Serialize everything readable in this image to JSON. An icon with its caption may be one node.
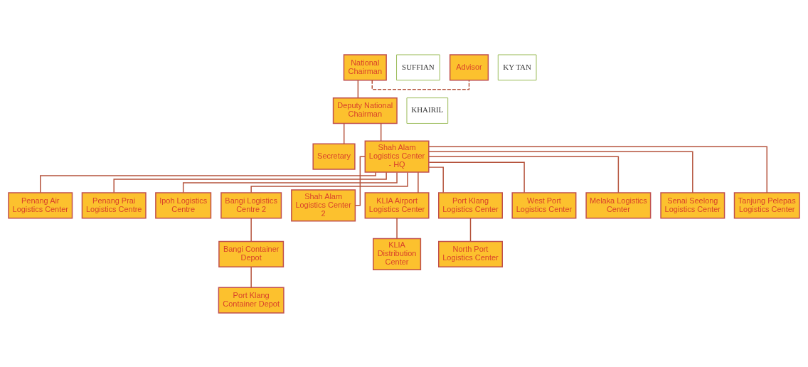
{
  "diagram": {
    "nodes": [
      {
        "text": [
          "National Chairman"
        ]
      },
      {
        "text": [
          "SUFFIAN"
        ]
      },
      {
        "text": [
          "Advisor"
        ]
      },
      {
        "text": [
          "KY TAN"
        ]
      },
      {
        "text": [
          "Deputy National Chairman"
        ]
      },
      {
        "text": [
          "KHAIRIL"
        ]
      },
      {
        "text": [
          "Secretary"
        ]
      },
      {
        "text": [
          "Shah Alam Logistics Center - HQ"
        ]
      },
      {
        "text": [
          "Penang Air Logistics Center"
        ]
      },
      {
        "text": [
          "Penang Prai Logistics Centre"
        ]
      },
      {
        "text": [
          "Ipoh Logistics Centre"
        ]
      },
      {
        "text": [
          "Bangi Logistics Centre 2"
        ]
      },
      {
        "text": [
          "Shah Alam Logistics Center 2"
        ]
      },
      {
        "text": [
          "KLIA Airport Logistics Center"
        ]
      },
      {
        "text": [
          "Port Klang Logistics Center"
        ]
      },
      {
        "text": [
          "West Port Logistics Center"
        ]
      },
      {
        "text": [
          "Melaka Logistics Center"
        ]
      },
      {
        "text": [
          "Senai Seelong Logistics Center"
        ]
      },
      {
        "text": [
          "Tanjung Pelepas Logistics Center"
        ]
      },
      {
        "text": [
          "Bangi Container Depot"
        ]
      },
      {
        "text": [
          "Port Klang Container Depot"
        ]
      },
      {
        "text": [
          "KLIA Distribution Center"
        ]
      },
      {
        "text": [
          "North Port Logistics Center"
        ]
      }
    ],
    "edges": [
      {
        "from": 0,
        "to": 2,
        "arrow": "none",
        "style": "dashed"
      },
      {
        "from": 0,
        "to": 4,
        "arrow": "none"
      },
      {
        "from": 4,
        "to": 6,
        "arrow": "none"
      },
      {
        "from": 4,
        "to": 7,
        "arrow": "none"
      },
      {
        "from": 7,
        "to": 8,
        "arrow": "none"
      },
      {
        "from": 7,
        "to": 9,
        "arrow": "none"
      },
      {
        "from": 7,
        "to": 10,
        "arrow": "none"
      },
      {
        "from": 7,
        "to": 11,
        "arrow": "none"
      },
      {
        "from": 7,
        "to": 12,
        "arrow": "none"
      },
      {
        "from": 7,
        "to": 13,
        "arrow": "none"
      },
      {
        "from": 7,
        "to": 14,
        "arrow": "none"
      },
      {
        "from": 7,
        "to": 15,
        "arrow": "none"
      },
      {
        "from": 7,
        "to": 16,
        "arrow": "none"
      },
      {
        "from": 7,
        "to": 17,
        "arrow": "none"
      },
      {
        "from": 7,
        "to": 18,
        "arrow": "none"
      },
      {
        "from": 11,
        "to": 19,
        "arrow": "none"
      },
      {
        "from": 19,
        "to": 20,
        "arrow": "none"
      },
      {
        "from": 13,
        "to": 21,
        "arrow": "none"
      },
      {
        "from": 14,
        "to": 22,
        "arrow": "none"
      }
    ]
  }
}
